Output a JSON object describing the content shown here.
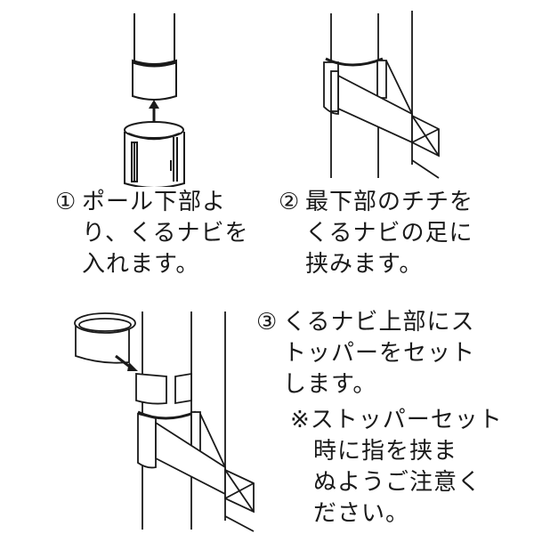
{
  "steps": [
    {
      "number": "①",
      "lines": [
        "ポール下部よ",
        "り、くるナビを",
        "入れます。"
      ]
    },
    {
      "number": "②",
      "lines": [
        "最下部のチチを",
        "くるナビの足に",
        "挟みます。"
      ]
    },
    {
      "number": "③",
      "lines": [
        "くるナビ上部にス",
        "トッパーをセット",
        "します。"
      ]
    }
  ],
  "note": {
    "mark": "※",
    "lines": [
      "ストッパーセット",
      "時に指を挟ま",
      "ぬようご注意く",
      "ださい。"
    ]
  },
  "figures": {
    "step1": "pole-bottom-insert-illustration",
    "step2": "fabric-clip-illustration",
    "step3": "stopper-set-illustration"
  },
  "colors": {
    "line": "#1a1a1a",
    "background": "#ffffff"
  }
}
